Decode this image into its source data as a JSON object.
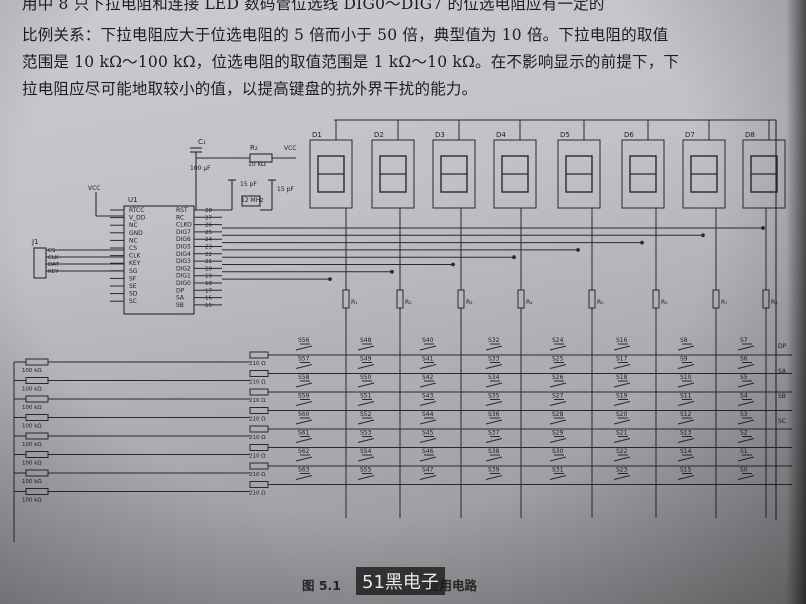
{
  "text_lines": [
    "用中 8 只下拉电阻和连接 LED 数码管位选线 DIG0～DIG7 的位选电阻应有一定的",
    "比例关系：下拉电阻应大于位选电阻的 5 倍而小于 50 倍，典型值为 10 倍。下拉电阻的取值",
    "范围是 10 kΩ～100 kΩ，位选电阻的取值范围是 1 kΩ～10 kΩ。在不影响显示的前提下，下",
    "拉电阻应尽可能地取较小的值，以提高键盘的抗外界干扰的能力。"
  ],
  "caption": "图 5.1",
  "caption_tail": "应用电路",
  "watermark": "51黑电子",
  "schematic": {
    "osc": {
      "c_label": "C₁",
      "c_value": "100 μF",
      "r_label": "R₂",
      "r_value": "10 kΩ",
      "vcc": "VCC",
      "cap_a": "15 pF",
      "cap_b": "15 pF",
      "crystal": "12 MHz"
    },
    "vcc_label": "VCC",
    "chip": {
      "name": "U1",
      "left_pins": [
        "RTCC",
        "V_DD",
        "NC",
        "GND",
        "NC",
        "CS",
        "CLK",
        "KEY",
        "SG",
        "SF",
        "SE",
        "SD",
        "SC"
      ],
      "right_pins": [
        "RST",
        "RC",
        "CLKO",
        "DIG7",
        "DIG6",
        "DIG5",
        "DIG4",
        "DIG3",
        "DIG2",
        "DIG1",
        "DIG0",
        "DP",
        "SA",
        "SB"
      ],
      "right_nums": [
        "28",
        "27",
        "26",
        "25",
        "24",
        "23",
        "22",
        "21",
        "20",
        "19",
        "18",
        "17",
        "16",
        "15"
      ]
    },
    "connector": {
      "name": "J1",
      "pins": [
        "CS",
        "CLK",
        "DAT",
        "KEY"
      ]
    },
    "displays": [
      "D1",
      "D2",
      "D3",
      "D4",
      "D5",
      "D6",
      "D7",
      "D8"
    ],
    "pulldown_labels": [
      "R₁",
      "R₂",
      "R₃",
      "R₄",
      "R₅",
      "R₆",
      "R₇",
      "R₈"
    ],
    "left_resistor_value": "100 kΩ",
    "segment_resistor_value": "210 Ω",
    "segment_lines": [
      "DP",
      "SA",
      "SB",
      "SC"
    ],
    "switch_grid": [
      [
        "S56",
        "S48",
        "S40",
        "S32",
        "S24",
        "S16",
        "S8",
        "S7"
      ],
      [
        "S57",
        "S49",
        "S41",
        "S33",
        "S25",
        "S17",
        "S9",
        "S6"
      ],
      [
        "S58",
        "S50",
        "S42",
        "S34",
        "S26",
        "S18",
        "S10",
        "S5"
      ],
      [
        "S59",
        "S51",
        "S43",
        "S35",
        "S27",
        "S19",
        "S11",
        "S4"
      ],
      [
        "S60",
        "S52",
        "S44",
        "S36",
        "S28",
        "S20",
        "S12",
        "S3"
      ],
      [
        "S61",
        "S53",
        "S45",
        "S37",
        "S29",
        "S21",
        "S13",
        "S2"
      ],
      [
        "S62",
        "S54",
        "S46",
        "S38",
        "S30",
        "S22",
        "S14",
        "S1"
      ],
      [
        "S63",
        "S55",
        "S47",
        "S39",
        "S31",
        "S23",
        "S15",
        "S0"
      ]
    ]
  }
}
